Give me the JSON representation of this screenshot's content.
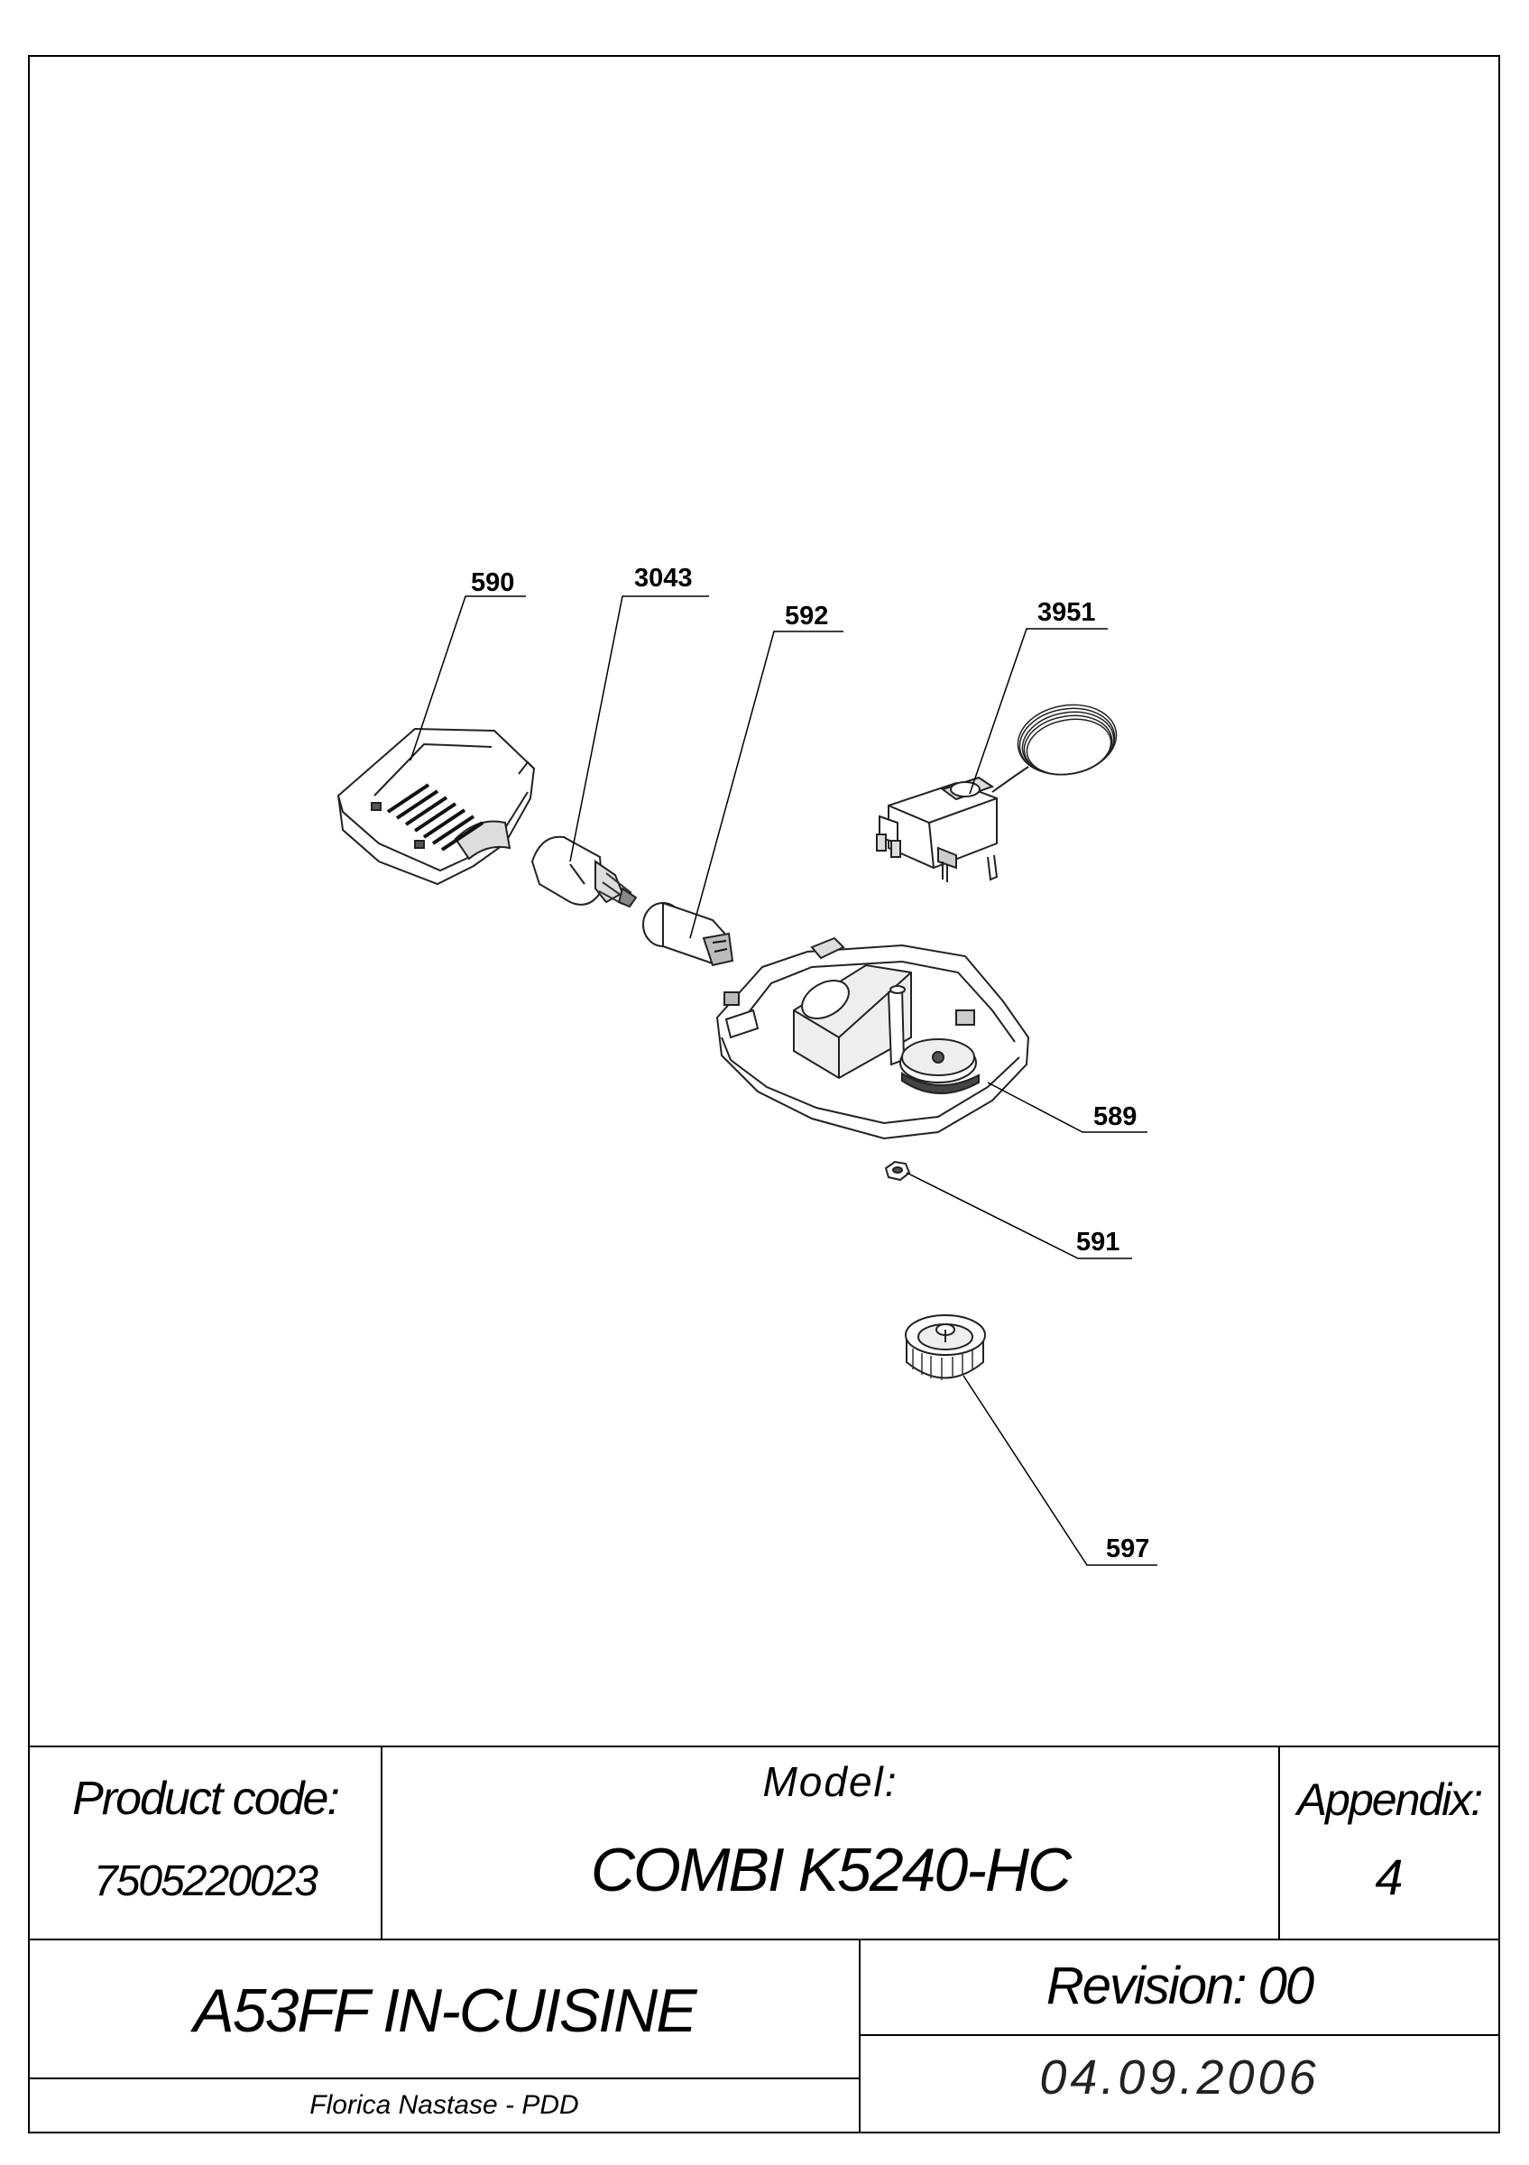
{
  "drawing": {
    "part_labels": {
      "p590": "590",
      "p3043": "3043",
      "p592": "592",
      "p3951": "3951",
      "p589": "589",
      "p591": "591",
      "p597": "597"
    }
  },
  "title_block": {
    "product_code_label": "Product code:",
    "product_code_value": "7505220023",
    "model_label": "Model:",
    "model_value": "COMBI K5240-HC",
    "appendix_label": "Appendix:",
    "appendix_value": "4",
    "product_name": "A53FF IN-CUISINE",
    "revision": "Revision: 00",
    "author": "Florica Nastase - PDD",
    "date": "04.09.2006"
  }
}
